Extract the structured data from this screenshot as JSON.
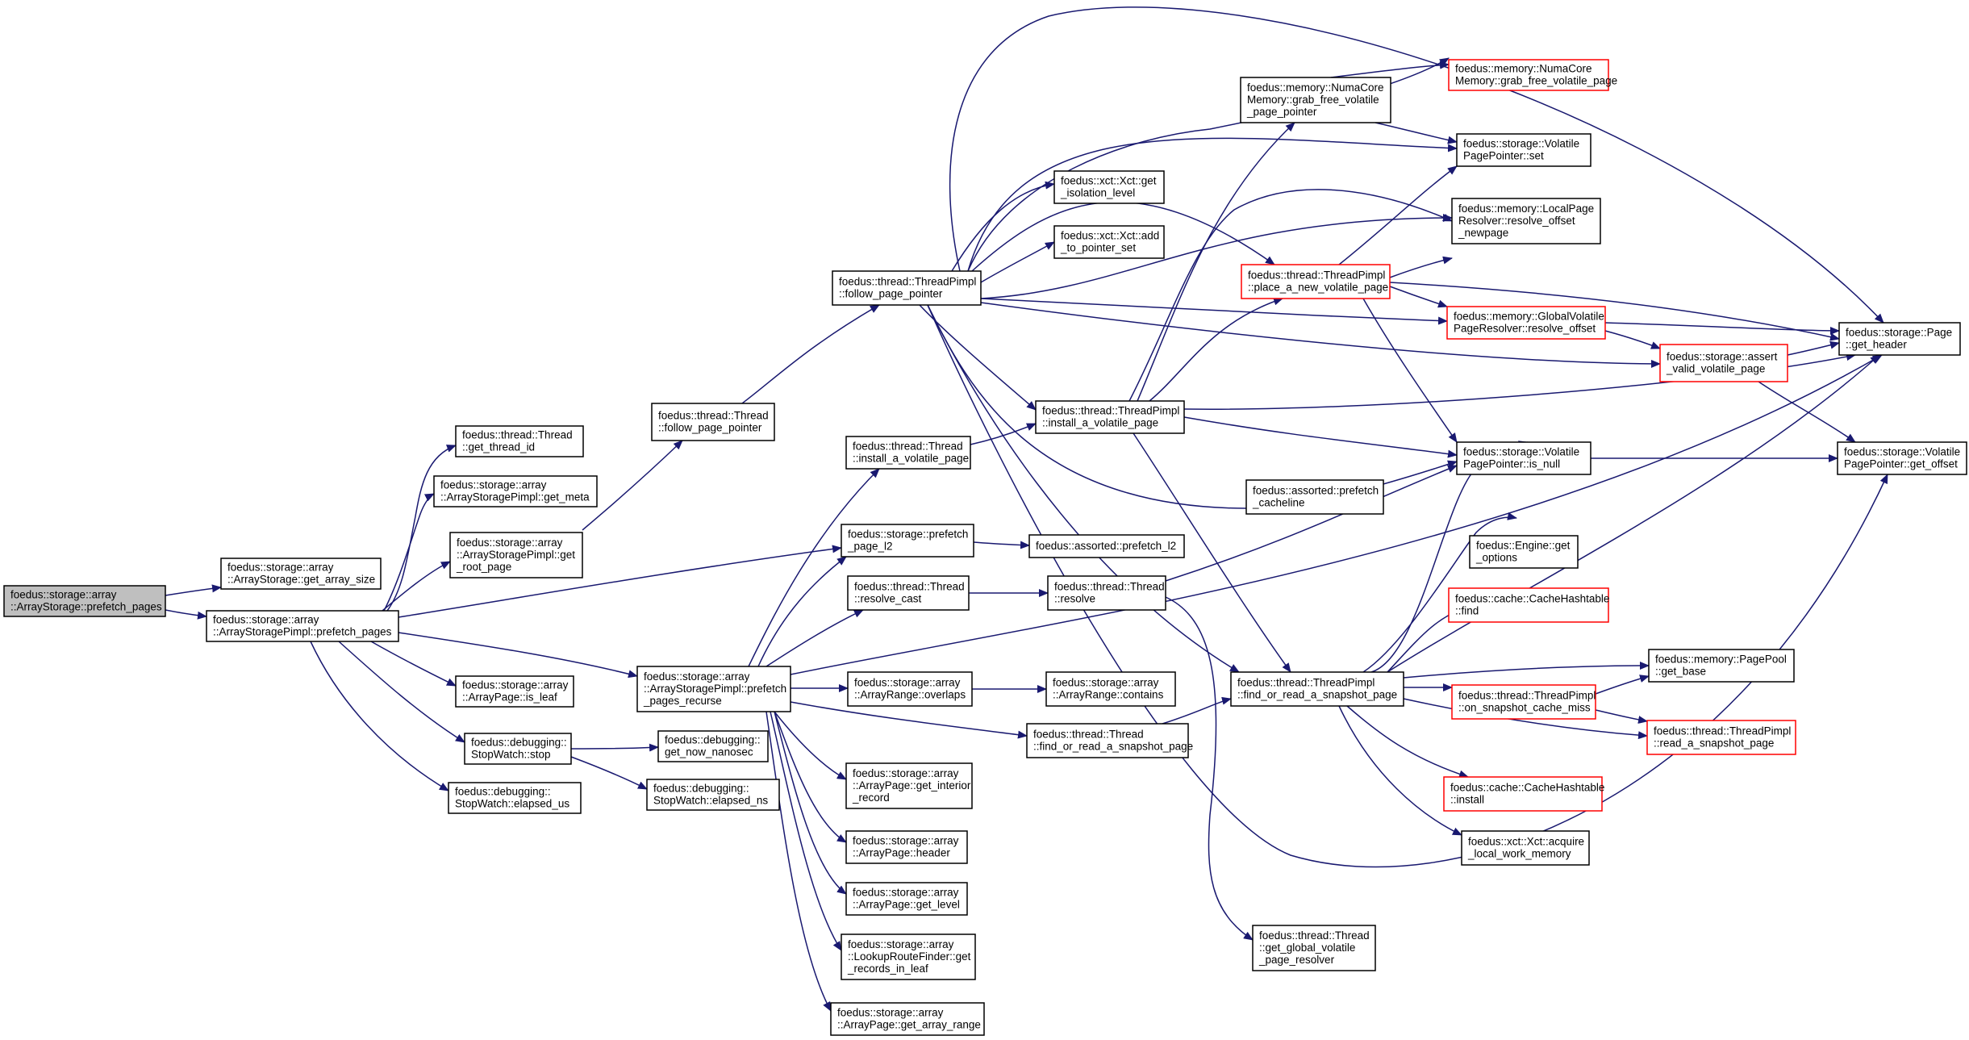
{
  "colors": {
    "edge": "#191970",
    "node_border": "#000000",
    "truncated_border": "#ff0000",
    "root_fill": "#bfbfbf",
    "background": "#ffffff"
  },
  "nodes": [
    {
      "id": "root",
      "lines": [
        "foedus::storage::array",
        "::ArrayStorage::prefetch_pages"
      ],
      "style": "root"
    },
    {
      "id": "get_array_size",
      "lines": [
        "foedus::storage::array",
        "::ArrayStorage::get_array_size"
      ]
    },
    {
      "id": "pimpl_prefetch",
      "lines": [
        "foedus::storage::array",
        "::ArrayStoragePimpl::prefetch_pages"
      ]
    },
    {
      "id": "get_thread_id",
      "lines": [
        "foedus::thread::Thread",
        "::get_thread_id"
      ]
    },
    {
      "id": "get_meta",
      "lines": [
        "foedus::storage::array",
        "::ArrayStoragePimpl::get_meta"
      ]
    },
    {
      "id": "get_root_page",
      "lines": [
        "foedus::storage::array",
        "::ArrayStoragePimpl::get",
        "_root_page"
      ]
    },
    {
      "id": "is_leaf",
      "lines": [
        "foedus::storage::array",
        "::ArrayPage::is_leaf"
      ]
    },
    {
      "id": "sw_stop",
      "lines": [
        "foedus::debugging::",
        "StopWatch::stop"
      ]
    },
    {
      "id": "sw_elapsed_us",
      "lines": [
        "foedus::debugging::",
        "StopWatch::elapsed_us"
      ]
    },
    {
      "id": "thread_follow",
      "lines": [
        "foedus::thread::Thread",
        "::follow_page_pointer"
      ]
    },
    {
      "id": "get_now_nanosec",
      "lines": [
        "foedus::debugging::",
        "get_now_nanosec"
      ]
    },
    {
      "id": "sw_elapsed_ns",
      "lines": [
        "foedus::debugging::",
        "StopWatch::elapsed_ns"
      ]
    },
    {
      "id": "prefetch_recurse",
      "lines": [
        "foedus::storage::array",
        "::ArrayStoragePimpl::prefetch",
        "_pages_recurse"
      ]
    },
    {
      "id": "tpimpl_follow",
      "lines": [
        "foedus::thread::ThreadPimpl",
        "::follow_page_pointer"
      ]
    },
    {
      "id": "thread_install",
      "lines": [
        "foedus::thread::Thread",
        "::install_a_volatile_page"
      ]
    },
    {
      "id": "prefetch_page_l2",
      "lines": [
        "foedus::storage::prefetch",
        "_page_l2"
      ]
    },
    {
      "id": "resolve_cast",
      "lines": [
        "foedus::thread::Thread",
        "::resolve_cast"
      ]
    },
    {
      "id": "overlaps",
      "lines": [
        "foedus::storage::array",
        "::ArrayRange::overlaps"
      ]
    },
    {
      "id": "get_interior_record",
      "lines": [
        "foedus::storage::array",
        "::ArrayPage::get_interior",
        "_record"
      ]
    },
    {
      "id": "header",
      "lines": [
        "foedus::storage::array",
        "::ArrayPage::header"
      ]
    },
    {
      "id": "get_level",
      "lines": [
        "foedus::storage::array",
        "::ArrayPage::get_level"
      ]
    },
    {
      "id": "lookup_route",
      "lines": [
        "foedus::storage::array",
        "::LookupRouteFinder::get",
        "_records_in_leaf"
      ]
    },
    {
      "id": "get_array_range",
      "lines": [
        "foedus::storage::array",
        "::ArrayPage::get_array_range"
      ]
    },
    {
      "id": "xct_isolation",
      "lines": [
        "foedus::xct::Xct::get",
        "_isolation_level"
      ]
    },
    {
      "id": "xct_add_ptr",
      "lines": [
        "foedus::xct::Xct::add",
        "_to_pointer_set"
      ]
    },
    {
      "id": "tpimpl_install",
      "lines": [
        "foedus::thread::ThreadPimpl",
        "::install_a_volatile_page"
      ]
    },
    {
      "id": "assorted_prefetch_l2",
      "lines": [
        "foedus::assorted::prefetch_l2"
      ]
    },
    {
      "id": "thread_resolve",
      "lines": [
        "foedus::thread::Thread",
        "::resolve"
      ]
    },
    {
      "id": "contains",
      "lines": [
        "foedus::storage::array",
        "::ArrayRange::contains"
      ]
    },
    {
      "id": "thread_find_read",
      "lines": [
        "foedus::thread::Thread",
        "::find_or_read_a_snapshot_page"
      ]
    },
    {
      "id": "get_global_resolver",
      "lines": [
        "foedus::thread::Thread",
        "::get_global_volatile",
        "_page_resolver"
      ]
    },
    {
      "id": "numa_grab_ptr",
      "lines": [
        "foedus::memory::NumaCore",
        "Memory::grab_free_volatile",
        "_page_pointer"
      ]
    },
    {
      "id": "place_new_page",
      "lines": [
        "foedus::thread::ThreadPimpl",
        "::place_a_new_volatile_page"
      ],
      "style": "red"
    },
    {
      "id": "prefetch_cacheline",
      "lines": [
        "foedus::assorted::prefetch",
        "_cacheline"
      ]
    },
    {
      "id": "tpimpl_find_read",
      "lines": [
        "foedus::thread::ThreadPimpl",
        "::find_or_read_a_snapshot_page"
      ]
    },
    {
      "id": "numa_grab_page",
      "lines": [
        "foedus::memory::NumaCore",
        "Memory::grab_free_volatile_page"
      ],
      "style": "red"
    },
    {
      "id": "vpp_set",
      "lines": [
        "foedus::storage::Volatile",
        "PagePointer::set"
      ]
    },
    {
      "id": "local_resolver",
      "lines": [
        "foedus::memory::LocalPage",
        "Resolver::resolve_offset",
        "_newpage"
      ]
    },
    {
      "id": "global_resolver",
      "lines": [
        "foedus::memory::GlobalVolatile",
        "PageResolver::resolve_offset"
      ],
      "style": "red"
    },
    {
      "id": "vpp_is_null",
      "lines": [
        "foedus::storage::Volatile",
        "PagePointer::is_null"
      ]
    },
    {
      "id": "engine_options",
      "lines": [
        "foedus::Engine::get",
        "_options"
      ]
    },
    {
      "id": "hash_find",
      "lines": [
        "foedus::cache::CacheHashtable",
        "::find"
      ],
      "style": "red"
    },
    {
      "id": "on_cache_miss",
      "lines": [
        "foedus::thread::ThreadPimpl",
        "::on_snapshot_cache_miss"
      ],
      "style": "red"
    },
    {
      "id": "hash_install",
      "lines": [
        "foedus::cache::CacheHashtable",
        "::install"
      ],
      "style": "red"
    },
    {
      "id": "acquire_mem",
      "lines": [
        "foedus::xct::Xct::acquire",
        "_local_work_memory"
      ]
    },
    {
      "id": "assert_valid",
      "lines": [
        "foedus::storage::assert",
        "_valid_volatile_page"
      ],
      "style": "red"
    },
    {
      "id": "page_get_header",
      "lines": [
        "foedus::storage::Page",
        "::get_header"
      ]
    },
    {
      "id": "vpp_get_offset",
      "lines": [
        "foedus::storage::Volatile",
        "PagePointer::get_offset"
      ]
    },
    {
      "id": "pagepool_base",
      "lines": [
        "foedus::memory::PagePool",
        "::get_base"
      ]
    },
    {
      "id": "read_snapshot",
      "lines": [
        "foedus::thread::ThreadPimpl",
        "::read_a_snapshot_page"
      ],
      "style": "red"
    }
  ]
}
